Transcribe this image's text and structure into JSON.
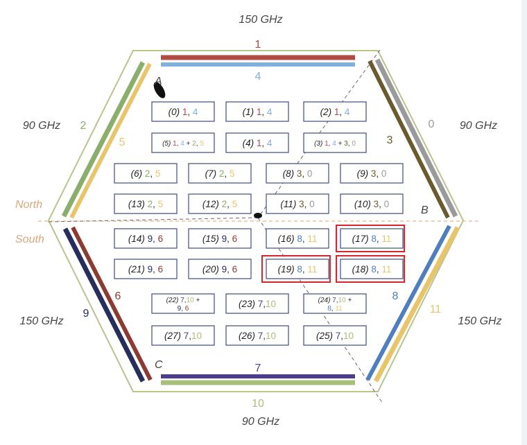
{
  "colors": {
    "red": "#b24a46",
    "lightblue": "#7fb1dc",
    "green": "#8aae6c",
    "yellow": "#e8c56a",
    "olive": "#6b5a2e",
    "gray": "#9a9a9a",
    "darkred": "#8c3b33",
    "navy": "#252e5c",
    "blue": "#4f7ec0",
    "purple": "#4a3f8a",
    "lightgreen": "#a8bf7b",
    "orange": "#d8a77a",
    "outline": "#b6c48e",
    "box": "#3b4b80",
    "highlight": "#d6262c"
  },
  "freq": {
    "top": "150 GHz",
    "bottom": "90 GHz",
    "left_top": "90 GHz",
    "right_top": "90 GHz",
    "left_bottom": "150 GHz",
    "right_bottom": "150 GHz"
  },
  "sides": {
    "north": "North",
    "south": "South"
  },
  "corners": {
    "a": "A",
    "b": "B",
    "c": "C"
  },
  "bar_numbers": {
    "top_outer": "1",
    "top_inner": "4",
    "left_outer": "2",
    "left_inner": "5",
    "right_outer": "0",
    "right_inner": "3",
    "lower_left_inner": "6",
    "lower_left_outer": "9",
    "lower_right_inner": "8",
    "lower_right_outer": "11",
    "bottom_inner": "7",
    "bottom_outer": "10"
  },
  "modules": [
    {
      "id": "(0)",
      "parts": [
        {
          "t": "1",
          "c": "red"
        },
        {
          "t": ", "
        },
        {
          "t": "4",
          "c": "lightblue"
        }
      ]
    },
    {
      "id": "(1)",
      "parts": [
        {
          "t": "1",
          "c": "red"
        },
        {
          "t": ", "
        },
        {
          "t": "4",
          "c": "lightblue"
        }
      ]
    },
    {
      "id": "(2)",
      "parts": [
        {
          "t": "1",
          "c": "red"
        },
        {
          "t": ", "
        },
        {
          "t": "4",
          "c": "lightblue"
        }
      ]
    },
    {
      "id": "(5)",
      "small": true,
      "parts": [
        {
          "t": "1",
          "c": "red"
        },
        {
          "t": ", "
        },
        {
          "t": "4",
          "c": "lightblue"
        },
        {
          "t": " + "
        },
        {
          "t": "2",
          "c": "green"
        },
        {
          "t": ", "
        },
        {
          "t": "5",
          "c": "yellow"
        }
      ]
    },
    {
      "id": "(4)",
      "parts": [
        {
          "t": "1",
          "c": "red"
        },
        {
          "t": ", "
        },
        {
          "t": "4",
          "c": "lightblue"
        }
      ]
    },
    {
      "id": "(3)",
      "small": true,
      "parts": [
        {
          "t": "1",
          "c": "red"
        },
        {
          "t": ", "
        },
        {
          "t": "4",
          "c": "lightblue"
        },
        {
          "t": " + "
        },
        {
          "t": "3",
          "c": "olive"
        },
        {
          "t": ", "
        },
        {
          "t": "0",
          "c": "gray"
        }
      ]
    },
    {
      "id": "(6)",
      "parts": [
        {
          "t": "2",
          "c": "green"
        },
        {
          "t": ", "
        },
        {
          "t": "5",
          "c": "yellow"
        }
      ]
    },
    {
      "id": "(7)",
      "parts": [
        {
          "t": "2",
          "c": "green"
        },
        {
          "t": ", "
        },
        {
          "t": "5",
          "c": "yellow"
        }
      ]
    },
    {
      "id": "(8)",
      "parts": [
        {
          "t": "3",
          "c": "olive"
        },
        {
          "t": ", "
        },
        {
          "t": "0",
          "c": "gray"
        }
      ]
    },
    {
      "id": "(9)",
      "parts": [
        {
          "t": "3",
          "c": "olive"
        },
        {
          "t": ", "
        },
        {
          "t": "0",
          "c": "gray"
        }
      ]
    },
    {
      "id": "(13)",
      "parts": [
        {
          "t": "2",
          "c": "green"
        },
        {
          "t": ", "
        },
        {
          "t": "5",
          "c": "yellow"
        }
      ]
    },
    {
      "id": "(12)",
      "parts": [
        {
          "t": "2",
          "c": "green"
        },
        {
          "t": ", "
        },
        {
          "t": "5",
          "c": "yellow"
        }
      ]
    },
    {
      "id": "(11)",
      "parts": [
        {
          "t": "3",
          "c": "olive"
        },
        {
          "t": ", "
        },
        {
          "t": "0",
          "c": "gray"
        }
      ]
    },
    {
      "id": "(10)",
      "parts": [
        {
          "t": "3",
          "c": "olive"
        },
        {
          "t": ", "
        },
        {
          "t": "0",
          "c": "gray"
        }
      ]
    },
    {
      "id": "(14)",
      "parts": [
        {
          "t": "9",
          "c": "navy"
        },
        {
          "t": ", "
        },
        {
          "t": "6",
          "c": "darkred"
        }
      ]
    },
    {
      "id": "(15)",
      "parts": [
        {
          "t": "9",
          "c": "navy"
        },
        {
          "t": ", "
        },
        {
          "t": "6",
          "c": "darkred"
        }
      ]
    },
    {
      "id": "(16)",
      "parts": [
        {
          "t": "8",
          "c": "blue"
        },
        {
          "t": ", "
        },
        {
          "t": "11",
          "c": "yellow"
        }
      ]
    },
    {
      "id": "(17)",
      "highlight": true,
      "parts": [
        {
          "t": "8",
          "c": "blue"
        },
        {
          "t": ", "
        },
        {
          "t": "11",
          "c": "yellow"
        }
      ]
    },
    {
      "id": "(21)",
      "parts": [
        {
          "t": "9",
          "c": "navy"
        },
        {
          "t": ", "
        },
        {
          "t": "6",
          "c": "darkred"
        }
      ]
    },
    {
      "id": "(20)",
      "parts": [
        {
          "t": "9",
          "c": "navy"
        },
        {
          "t": ", "
        },
        {
          "t": "6",
          "c": "darkred"
        }
      ]
    },
    {
      "id": "(19)",
      "highlight": true,
      "parts": [
        {
          "t": "8",
          "c": "blue"
        },
        {
          "t": ", "
        },
        {
          "t": "11",
          "c": "yellow"
        }
      ]
    },
    {
      "id": "(18)",
      "highlight": true,
      "parts": [
        {
          "t": "8",
          "c": "blue"
        },
        {
          "t": ", "
        },
        {
          "t": "11",
          "c": "yellow"
        }
      ]
    },
    {
      "id": "(22)",
      "small": true,
      "parts": [
        {
          "t": "7",
          "c": "purple"
        },
        {
          "t": ","
        },
        {
          "t": "10",
          "c": "lightgreen"
        },
        {
          "t": " +"
        }
      ],
      "parts2": [
        {
          "t": "9",
          "c": "navy"
        },
        {
          "t": ", "
        },
        {
          "t": "6",
          "c": "darkred"
        }
      ]
    },
    {
      "id": "(23)",
      "parts": [
        {
          "t": "7",
          "c": "purple"
        },
        {
          "t": ","
        },
        {
          "t": "10",
          "c": "lightgreen"
        }
      ]
    },
    {
      "id": "(24)",
      "small": true,
      "parts": [
        {
          "t": "7",
          "c": "purple"
        },
        {
          "t": ","
        },
        {
          "t": "10",
          "c": "lightgreen"
        },
        {
          "t": " +"
        }
      ],
      "parts2": [
        {
          "t": "8",
          "c": "blue"
        },
        {
          "t": ", "
        },
        {
          "t": "11",
          "c": "yellow"
        }
      ]
    },
    {
      "id": "(27)",
      "parts": [
        {
          "t": "7",
          "c": "purple"
        },
        {
          "t": ","
        },
        {
          "t": "10",
          "c": "lightgreen"
        }
      ]
    },
    {
      "id": "(26)",
      "parts": [
        {
          "t": "7",
          "c": "purple"
        },
        {
          "t": ","
        },
        {
          "t": "10",
          "c": "lightgreen"
        }
      ]
    },
    {
      "id": "(25)",
      "parts": [
        {
          "t": "7",
          "c": "purple"
        },
        {
          "t": ","
        },
        {
          "t": "10",
          "c": "lightgreen"
        }
      ]
    }
  ]
}
